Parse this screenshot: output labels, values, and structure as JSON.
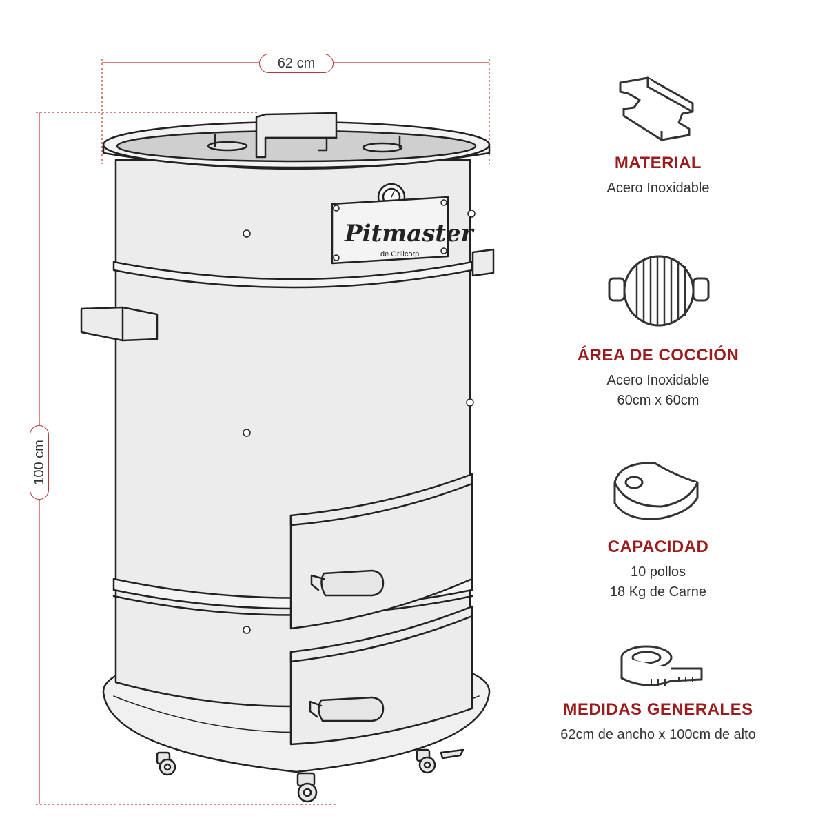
{
  "dimensions": {
    "width_label": "62 cm",
    "height_label": "100 cm"
  },
  "product": {
    "brand": "Pitmaster",
    "brand_sub": "de Grillcorp"
  },
  "features": [
    {
      "icon": "steel-beam-icon",
      "title": "MATERIAL",
      "lines": [
        "Acero Inoxidable"
      ]
    },
    {
      "icon": "grill-grate-icon",
      "title": "ÁREA DE COCCIÓN",
      "lines": [
        "Acero Inoxidable",
        "60cm x 60cm"
      ]
    },
    {
      "icon": "steak-icon",
      "title": "CAPACIDAD",
      "lines": [
        "10 pollos",
        "18 Kg de Carne"
      ]
    },
    {
      "icon": "measuring-tape-icon",
      "title": "MEDIDAS GENERALES",
      "lines": [
        "62cm de ancho x 100cm de alto"
      ]
    }
  ],
  "colors": {
    "accent": "#9b1c1c",
    "dimension_line": "#c0392b",
    "body_fill": "#ececec",
    "outline": "#222222"
  }
}
